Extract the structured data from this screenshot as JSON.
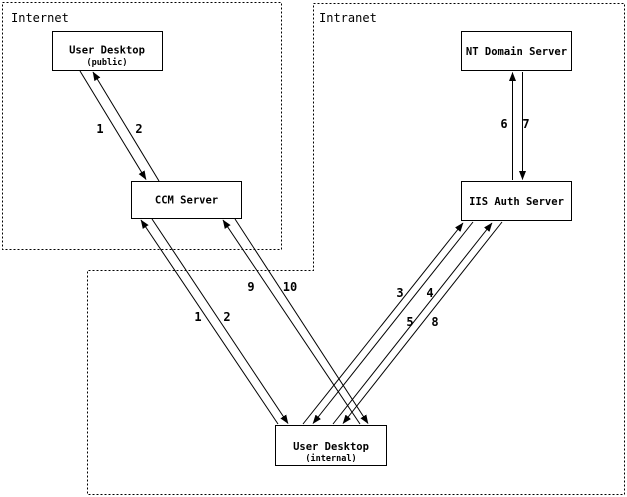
{
  "colors": {
    "background": "#ffffff",
    "line": "#000000",
    "text": "#000000"
  },
  "diagram": {
    "regions": [
      {
        "label": "Internet"
      },
      {
        "label": "Intranet"
      }
    ],
    "nodes": [
      {
        "title": "User Desktop",
        "subtitle": "(public)"
      },
      {
        "title": "CCM Server"
      },
      {
        "title": "NT Domain Server"
      },
      {
        "title": "IIS Auth Server"
      },
      {
        "title": "User Desktop",
        "subtitle": "(internal)"
      }
    ],
    "edges": [
      {
        "label": "1",
        "from": "user-desktop-public",
        "to": "ccm-server"
      },
      {
        "label": "2",
        "from": "ccm-server",
        "to": "user-desktop-public"
      },
      {
        "label": "1",
        "from": "user-desktop-internal",
        "to": "ccm-server"
      },
      {
        "label": "2",
        "from": "ccm-server",
        "to": "user-desktop-internal"
      },
      {
        "label": "9",
        "from": "user-desktop-internal",
        "to": "ccm-server"
      },
      {
        "label": "10",
        "from": "ccm-server",
        "to": "user-desktop-internal"
      },
      {
        "label": "3",
        "from": "user-desktop-internal",
        "to": "iis-auth-server"
      },
      {
        "label": "4",
        "from": "iis-auth-server",
        "to": "user-desktop-internal"
      },
      {
        "label": "5",
        "from": "user-desktop-internal",
        "to": "iis-auth-server"
      },
      {
        "label": "8",
        "from": "iis-auth-server",
        "to": "user-desktop-internal"
      },
      {
        "label": "6",
        "from": "iis-auth-server",
        "to": "nt-domain-server"
      },
      {
        "label": "7",
        "from": "nt-domain-server",
        "to": "iis-auth-server"
      }
    ]
  }
}
